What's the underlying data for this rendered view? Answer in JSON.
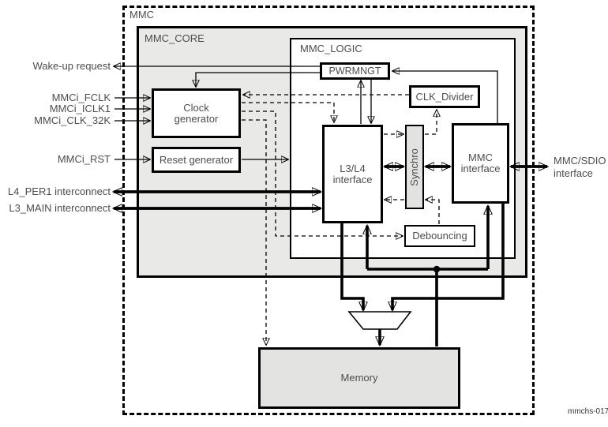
{
  "containers": {
    "mmc": "MMC",
    "mmc_core": "MMC_CORE",
    "mmc_logic": "MMC_LOGIC"
  },
  "blocks": {
    "pwrmngt": "PWRMNGT",
    "clk_divider": "CLK_Divider",
    "clock_generator": "Clock generator",
    "reset_generator": "Reset generator",
    "l3l4_interface": "L3/L4 interface",
    "synchro": "Synchro",
    "mmc_interface": "MMC interface",
    "debouncing": "Debouncing",
    "memory": "Memory"
  },
  "left_labels": [
    {
      "id": "wake-up-request",
      "label": "Wake-up request"
    },
    {
      "id": "mmci-fclk",
      "label": "MMCi_FCLK"
    },
    {
      "id": "mmci-iclk1",
      "label": "MMCi_ICLK1"
    },
    {
      "id": "mmci-clk-32k",
      "label": "MMCi_CLK_32K"
    },
    {
      "id": "mmci-rst",
      "label": "MMCi_RST"
    },
    {
      "id": "l4-per1-interconnect",
      "label": "L4_PER1 interconnect"
    },
    {
      "id": "l3-main-interconnect",
      "label": "L3_MAIN interconnect"
    }
  ],
  "right_label": "MMC/SDIO interface",
  "figure_id": "mmchs-017",
  "colors": {
    "line": "#000000",
    "core_fill": "#e9e9e7",
    "synchro_fill": "#e2e2e0",
    "memory_fill": "#e3e3e1",
    "block_fill": "#ffffff",
    "text": "#4d4d4d"
  }
}
